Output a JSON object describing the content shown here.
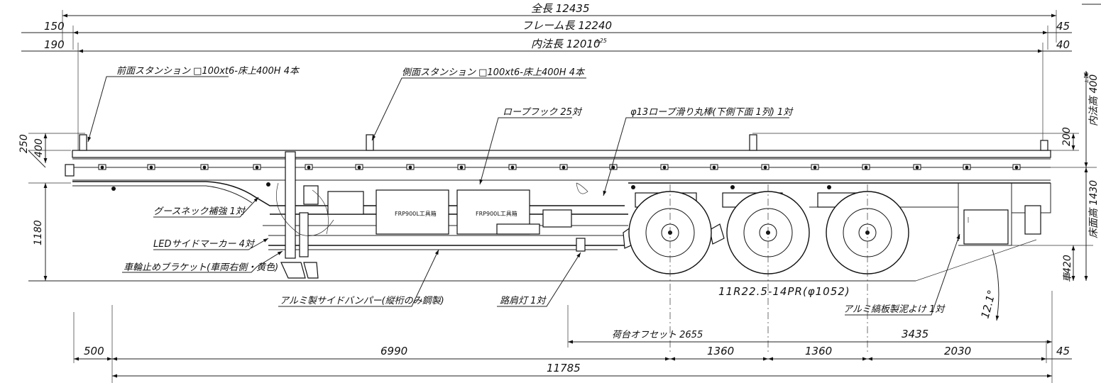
{
  "dimensions": {
    "overall_length": "全長 12435",
    "frame_length": "フレーム長 12240",
    "inner_length": "内法長 12010",
    "inner_length_tol": "±25",
    "left_150": "150",
    "left_190": "190",
    "right_45_top": "45",
    "right_40": "40",
    "left_250": "250",
    "left_400": "400",
    "left_1180": "1180",
    "right_inner_height": "内法高 400",
    "right_inner_height_tol": "±15",
    "right_200": "200",
    "right_deck_height": "床面高 1430",
    "right_420": "420",
    "right_420_prefix": "車",
    "bottom_500": "500",
    "bottom_6990": "6990",
    "bottom_1360_a": "1360",
    "bottom_1360_b": "1360",
    "bottom_2030": "2030",
    "bottom_45": "45",
    "bottom_11785": "11785",
    "deck_offset": "荷台オフセット 2655",
    "dim_3435": "3435",
    "angle": "12.1°"
  },
  "notes": {
    "front_stanchion": "前面スタンション □100xt6-床上400H 4本",
    "side_stanchion": "側面スタンション □100xt6-床上400H 4本",
    "rope_hook": "ロープフック 25対",
    "rope_rail": "φ13ロープ滑り丸棒(下側下面 1列) 1対",
    "gooseneck": "グースネック補強 1対",
    "led_marker": "LEDサイドマーカー 4対",
    "chock_bracket": "車輪止めブラケット(車両右側・黄色)",
    "side_bumper": "アルミ製サイドバンパー(縦桁のみ鋼製)",
    "step_light": "路肩灯 1対",
    "tire_spec": "11R22.5-14PR(φ1052)",
    "mudguard": "アルミ縞板製泥よけ 1対",
    "toolbox_1": "FRP900L工具箱",
    "toolbox_2": "FRP900L工具箱"
  },
  "colors": {
    "line": "#222222",
    "background": "#ffffff"
  }
}
